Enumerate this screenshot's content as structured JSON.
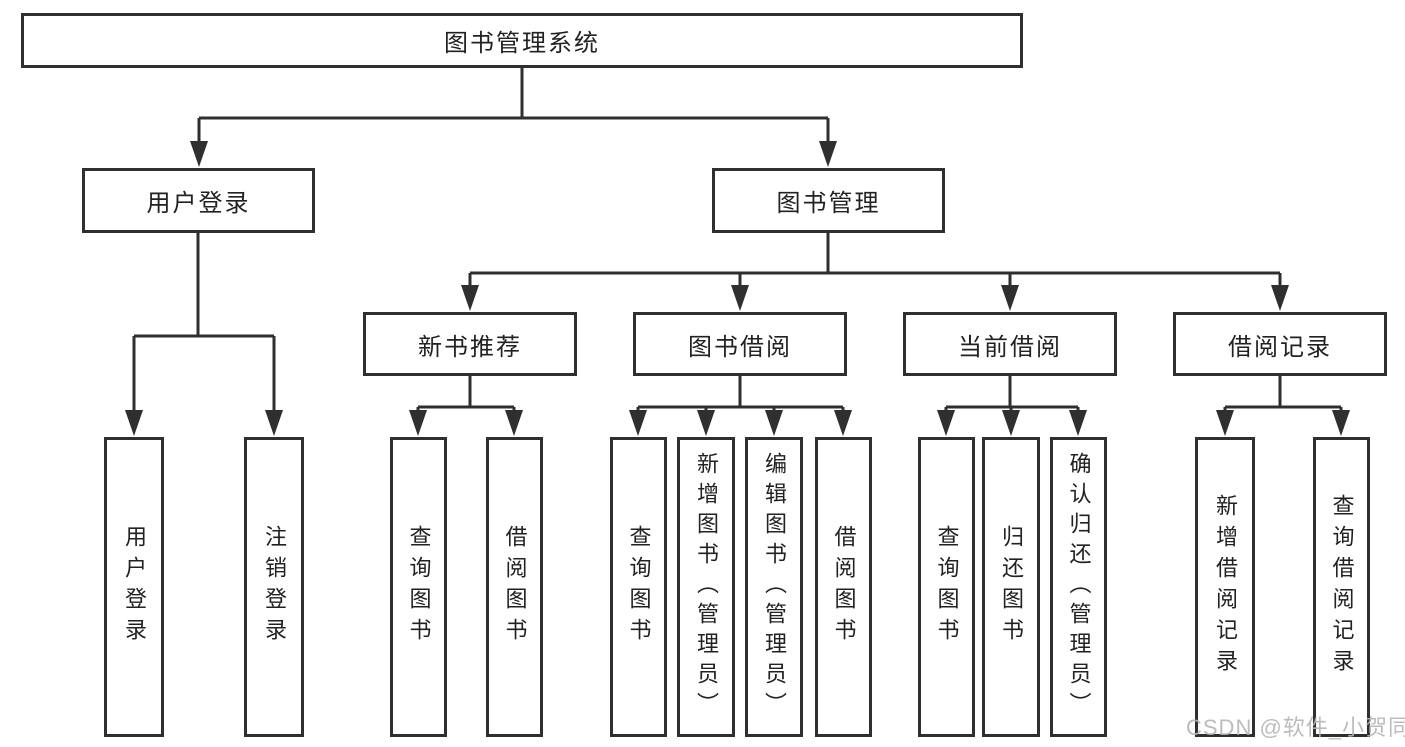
{
  "diagram": {
    "root": {
      "label": "图书管理系统"
    },
    "level1": [
      {
        "label": "用户登录",
        "parent": "图书管理系统"
      },
      {
        "label": "图书管理",
        "parent": "图书管理系统"
      }
    ],
    "level2": [
      {
        "label": "新书推荐",
        "parent": "图书管理"
      },
      {
        "label": "图书借阅",
        "parent": "图书管理"
      },
      {
        "label": "当前借阅",
        "parent": "图书管理"
      },
      {
        "label": "借阅记录",
        "parent": "图书管理"
      }
    ],
    "leaves": [
      {
        "label": "用户登录",
        "parent": "用户登录"
      },
      {
        "label": "注销登录",
        "parent": "用户登录"
      },
      {
        "label": "查询图书",
        "parent": "新书推荐"
      },
      {
        "label": "借阅图书",
        "parent": "新书推荐"
      },
      {
        "label": "查询图书",
        "parent": "图书借阅"
      },
      {
        "label": "新增图书（管理员）",
        "parent": "图书借阅"
      },
      {
        "label": "编辑图书（管理员）",
        "parent": "图书借阅"
      },
      {
        "label": "借阅图书",
        "parent": "图书借阅"
      },
      {
        "label": "查询图书",
        "parent": "当前借阅"
      },
      {
        "label": "归还图书",
        "parent": "当前借阅"
      },
      {
        "label": "确认归还（管理员）",
        "parent": "当前借阅"
      },
      {
        "label": "新增借阅记录",
        "parent": "借阅记录"
      },
      {
        "label": "查询借阅记录",
        "parent": "借阅记录"
      }
    ]
  },
  "watermark": {
    "text": "CSDN @软件_小贺同学"
  },
  "colors": {
    "line": "#2f2f2f",
    "text": "#222222",
    "background": "#ffffff",
    "watermark": "#b5b5b5"
  }
}
